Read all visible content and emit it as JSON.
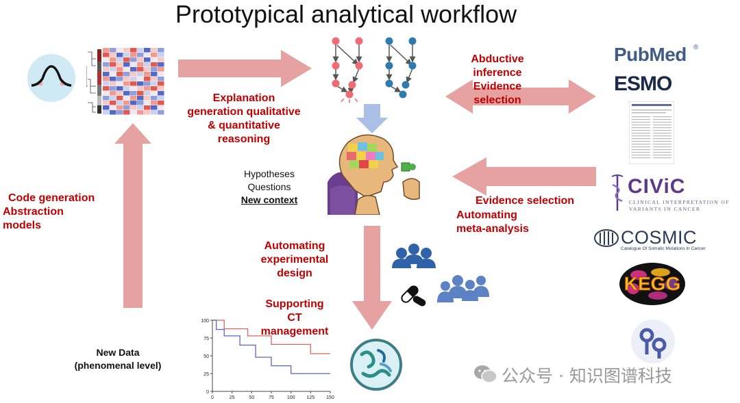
{
  "title": "Prototypical analytical workflow",
  "labels": {
    "explanation": [
      "Explanation",
      "generation qualitative",
      "& quantitative",
      "reasoning"
    ],
    "abductive": [
      "Abductive",
      "inference",
      "Evidence",
      "selection"
    ],
    "hypotheses": [
      "Hypotheses",
      "Questions"
    ],
    "new_context": "New context",
    "code_generation": [
      "Code generation",
      "Abstraction",
      "models"
    ],
    "evidence_selection": "Evidence selection",
    "meta_analysis": [
      "Automating",
      "meta-analysis"
    ],
    "experimental_design": [
      "Automating",
      "experimental",
      "design"
    ],
    "ct_management": [
      "Supporting",
      "CT",
      "management"
    ],
    "new_data": [
      "New Data",
      "(phenomenal level)"
    ]
  },
  "sources": {
    "pubmed": "PubMed",
    "esmo": "ESMO",
    "civic": "CIViC",
    "civic_sub": [
      "CLINICAL INTERPRETATION OF",
      "VARIANTS IN CANCER"
    ],
    "cosmic": "COSMIC",
    "cosmic_sub": "Catalogue Of Somatic Mutations In Cancer",
    "kegg": "KEGG"
  },
  "watermark": "公众号 · 知识图谱科技",
  "chart_data": {
    "type": "line",
    "x_ticks": [
      "0",
      "25",
      "50",
      "75",
      "100",
      "125",
      "150"
    ],
    "y_ticks": [
      "0",
      "25",
      "50",
      "75",
      "100"
    ],
    "xlim": [
      0,
      150
    ],
    "ylim": [
      0,
      100
    ],
    "series": [
      {
        "color": "#e0625a",
        "points": [
          [
            0,
            100
          ],
          [
            15,
            100
          ],
          [
            15,
            88
          ],
          [
            45,
            88
          ],
          [
            45,
            78
          ],
          [
            75,
            78
          ],
          [
            75,
            66
          ],
          [
            125,
            66
          ],
          [
            125,
            53
          ],
          [
            150,
            53
          ]
        ]
      },
      {
        "color": "#5a62d0",
        "points": [
          [
            0,
            100
          ],
          [
            5,
            100
          ],
          [
            5,
            87
          ],
          [
            15,
            87
          ],
          [
            15,
            78
          ],
          [
            35,
            78
          ],
          [
            35,
            65
          ],
          [
            55,
            65
          ],
          [
            55,
            48
          ],
          [
            75,
            48
          ],
          [
            75,
            36
          ],
          [
            100,
            36
          ],
          [
            100,
            25
          ],
          [
            150,
            25
          ]
        ]
      }
    ]
  },
  "colors": {
    "arrow_pink": "#e6a1a1",
    "arrow_blue": "#a9bfe6",
    "label_red": "#c00000",
    "node_red": "#ef6a72",
    "node_blue": "#2e7bb0",
    "people_blue": "#2f62a8"
  }
}
